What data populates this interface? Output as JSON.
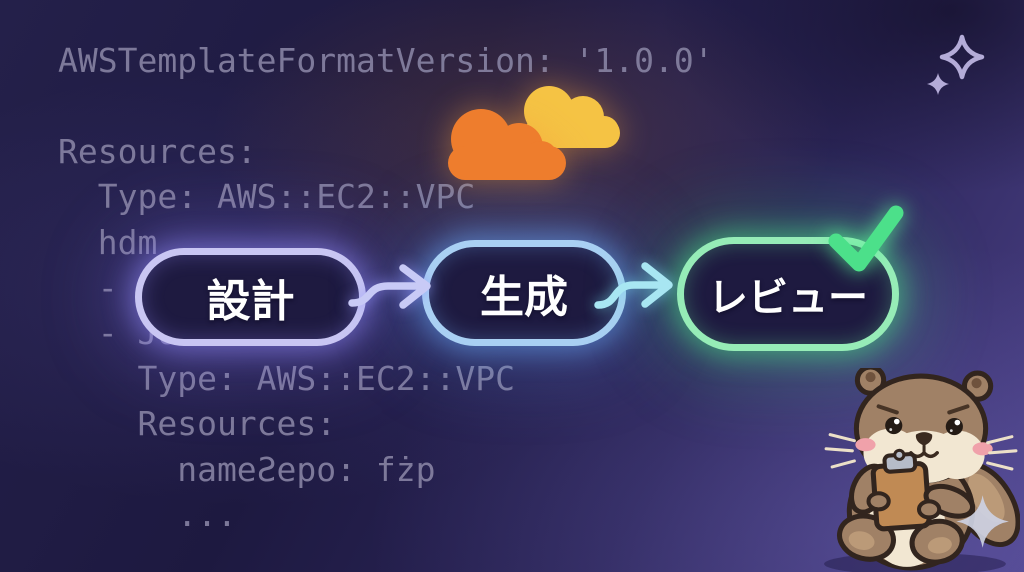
{
  "code": {
    "text": "AWSTemplateFormatVersion: '1.0.0'\n\nResources:\n  Type: AWS::EC2::VPC\n  hdm\n  -\n  - Joo: name\n    Type: AWS::EC2::VPC\n    Resources:\n      nameƧepo: fżp\n      ..."
  },
  "flow": {
    "steps": [
      {
        "label": "設計"
      },
      {
        "label": "生成"
      },
      {
        "label": "レビュー"
      }
    ]
  },
  "colors": {
    "step_design_border": "#c9c6f3",
    "step_generate_border": "#a9d0f3",
    "step_review_border": "#96ecb7",
    "check": "#4ce08a",
    "arrow_1": "#c8caf6",
    "arrow_2": "#a8e6f2",
    "cloud_front": "#ee7d2d",
    "cloud_back": "#f5c344",
    "sparkle": "#b4acd8",
    "code_text": "#8a86a6",
    "background_top": "#1d1940",
    "background_bottom": "#4b4187"
  }
}
